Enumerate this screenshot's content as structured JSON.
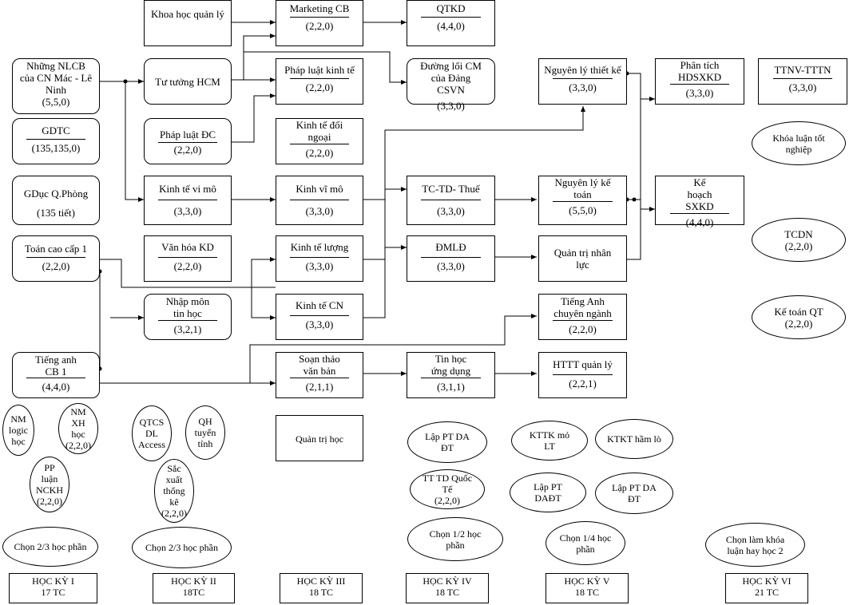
{
  "courses": {
    "khql": {
      "title": "Khoa học quản lý",
      "value": ""
    },
    "mkt": {
      "title": "Marketing CB",
      "value": "(2,2,0)"
    },
    "qtkd": {
      "title": "QTKD",
      "value": "(4,4,0)"
    },
    "nlcb": {
      "title": "Những NLCB của CN Mác - Lê Ninh",
      "value": "(5,5,0)"
    },
    "tthcm": {
      "title": "Tư tưởng HCM",
      "value": ""
    },
    "plkt": {
      "title": "Pháp luật kinh tế",
      "value": "(2,2,0)"
    },
    "dlcm": {
      "title": "Đường lối CM của Đảng CSVN",
      "value": "(3,3,0)"
    },
    "nltk": {
      "title": "Nguyên lý thiết kế",
      "value": "(3,3,0)"
    },
    "ptsxkd": {
      "title": "Phân tích HDSXKD",
      "value": "(3,3,0)"
    },
    "ttnv": {
      "title": "TTNV-TTTN",
      "value": "(3,3,0)"
    },
    "gdtc": {
      "title": "GDTC",
      "value": "(135,135,0)"
    },
    "pldc": {
      "title": "Pháp luật ĐC",
      "value": "(2,2,0)"
    },
    "ktdn": {
      "title": "Kinh tế đối ngoại",
      "value": "(2,2,0)"
    },
    "gdqp": {
      "title": "GDục Q.Phòng",
      "value": "(135 tiết)"
    },
    "ktvm": {
      "title": "Kinh tế vi mô",
      "value": "(3,3,0)"
    },
    "kvm": {
      "title": "Kinh vĩ mô",
      "value": "(3,3,0)"
    },
    "tctd": {
      "title": "TC-TD- Thuế",
      "value": "(3,3,0)"
    },
    "nlkt": {
      "title": "Nguyên lý kế toán",
      "value": "(5,5,0)"
    },
    "khsx": {
      "title": "Kế hoạch SXKD",
      "value": "(4,4,0)"
    },
    "tcc1": {
      "title": "Toán cao cấp 1",
      "value": "(2,2,0)"
    },
    "vhkd": {
      "title": "Văn hóa KD",
      "value": "(2,2,0)"
    },
    "ktl": {
      "title": "Kinh tế lượng",
      "value": "(3,3,0)"
    },
    "dmld": {
      "title": "ĐMLĐ",
      "value": "(3,3,0)"
    },
    "qtnl": {
      "title": "Quản trị nhân lực",
      "value": ""
    },
    "nmth": {
      "title": "Nhập môn tin học",
      "value": "(3,2,1)"
    },
    "ktcn": {
      "title": "Kinh tế CN",
      "value": "(3,3,0)"
    },
    "tacn": {
      "title": "Tiếng Anh chuyên ngành",
      "value": "(2,2,0)"
    },
    "tacb": {
      "title": "Tiếng anh CB 1",
      "value": "(4,4,0)"
    },
    "stvb": {
      "title": "Soạn thảo văn bản",
      "value": "(2,1,1)"
    },
    "thud": {
      "title": "Tin học ứng dụng",
      "value": "(3,1,1)"
    },
    "httt": {
      "title": "HTTT quản lý",
      "value": "(2,2,1)"
    },
    "qth": {
      "title": "Quản trị học",
      "value": ""
    }
  },
  "electives": {
    "khoaluan": [
      "Khóa luận tốt",
      "nghiệp"
    ],
    "tcdn": [
      "TCDN",
      "(2,2,0)"
    ],
    "ktqt": [
      "Kế toán QT",
      "(2,2,0)"
    ],
    "nmlogic": [
      "NM",
      "logic",
      "học"
    ],
    "nmxh": [
      "NM",
      "XH",
      "học",
      "(2,2,0)"
    ],
    "ppnckh": [
      "PP",
      "luận",
      "NCKH",
      "(2,2,0)"
    ],
    "qtcs": [
      "QTCS",
      "DL",
      "Access"
    ],
    "qhtt": [
      "QH",
      "tuyến",
      "tính"
    ],
    "xstk": [
      "Sắc",
      "xuất",
      "thống",
      "kê",
      "(2,2,0)"
    ],
    "lapptda1": [
      "Lập PT DA",
      "ĐT"
    ],
    "tttd": [
      "TT TD Quốc",
      "Tế",
      "(2,2,0)"
    ],
    "kttk": [
      "KTTK mỏ",
      "LT"
    ],
    "ktkt": [
      "KTKT hầm lò"
    ],
    "lapptdadt": [
      "Lập PT",
      "DAĐT"
    ],
    "lapptda2": [
      "Lập PT DA",
      "ĐT"
    ],
    "chon1": [
      "Chọn 2/3 học phần"
    ],
    "chon2": [
      "Chọn 2/3 học phần"
    ],
    "chon3": [
      "Chọn 1/2 học",
      "phần"
    ],
    "chon4": [
      "Chọn 1/4 học",
      "phần"
    ],
    "chon5": [
      "Chọn làm khóa",
      "luận hay học 2"
    ]
  },
  "semesters": [
    {
      "name": "HỌC KỲ I",
      "credits": "17 TC"
    },
    {
      "name": "HỌC KỲ II",
      "credits": "18TC"
    },
    {
      "name": "HỌC KỲ III",
      "credits": "18 TC"
    },
    {
      "name": "HỌC KỲ IV",
      "credits": "18 TC"
    },
    {
      "name": "HỌC KỲ V",
      "credits": "18 TC"
    },
    {
      "name": "HỌC KỲ VI",
      "credits": "21 TC"
    }
  ]
}
